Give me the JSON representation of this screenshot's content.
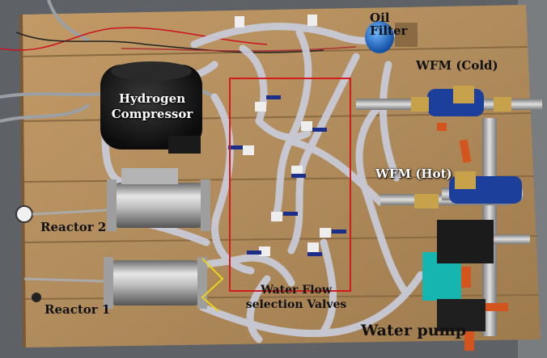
{
  "labels": {
    "oil_filter_line1": "Oil",
    "oil_filter_line2": "Filter",
    "wfm_cold": "WFM (Cold)",
    "wfm_hot": "WFM (Hot)",
    "hydrogen_line1": "Hydrogen",
    "hydrogen_line2": "Compressor",
    "reactor_2": "Reactor 2",
    "reactor_1": "Reactor 1",
    "valves_line1": "Water Flow",
    "valves_line2": "selection Valves",
    "water_pump": "Water pump"
  },
  "colors": {
    "board": "#b08b5c",
    "board_dark": "#8c6a40",
    "tube": "#c9ccdb",
    "highlight_box": "#d21c1c",
    "valve_handle": "#1b2e8a",
    "meter_blue": "#1d3f9c",
    "brass": "#c7a24a",
    "handle_orange": "#d4541e"
  }
}
